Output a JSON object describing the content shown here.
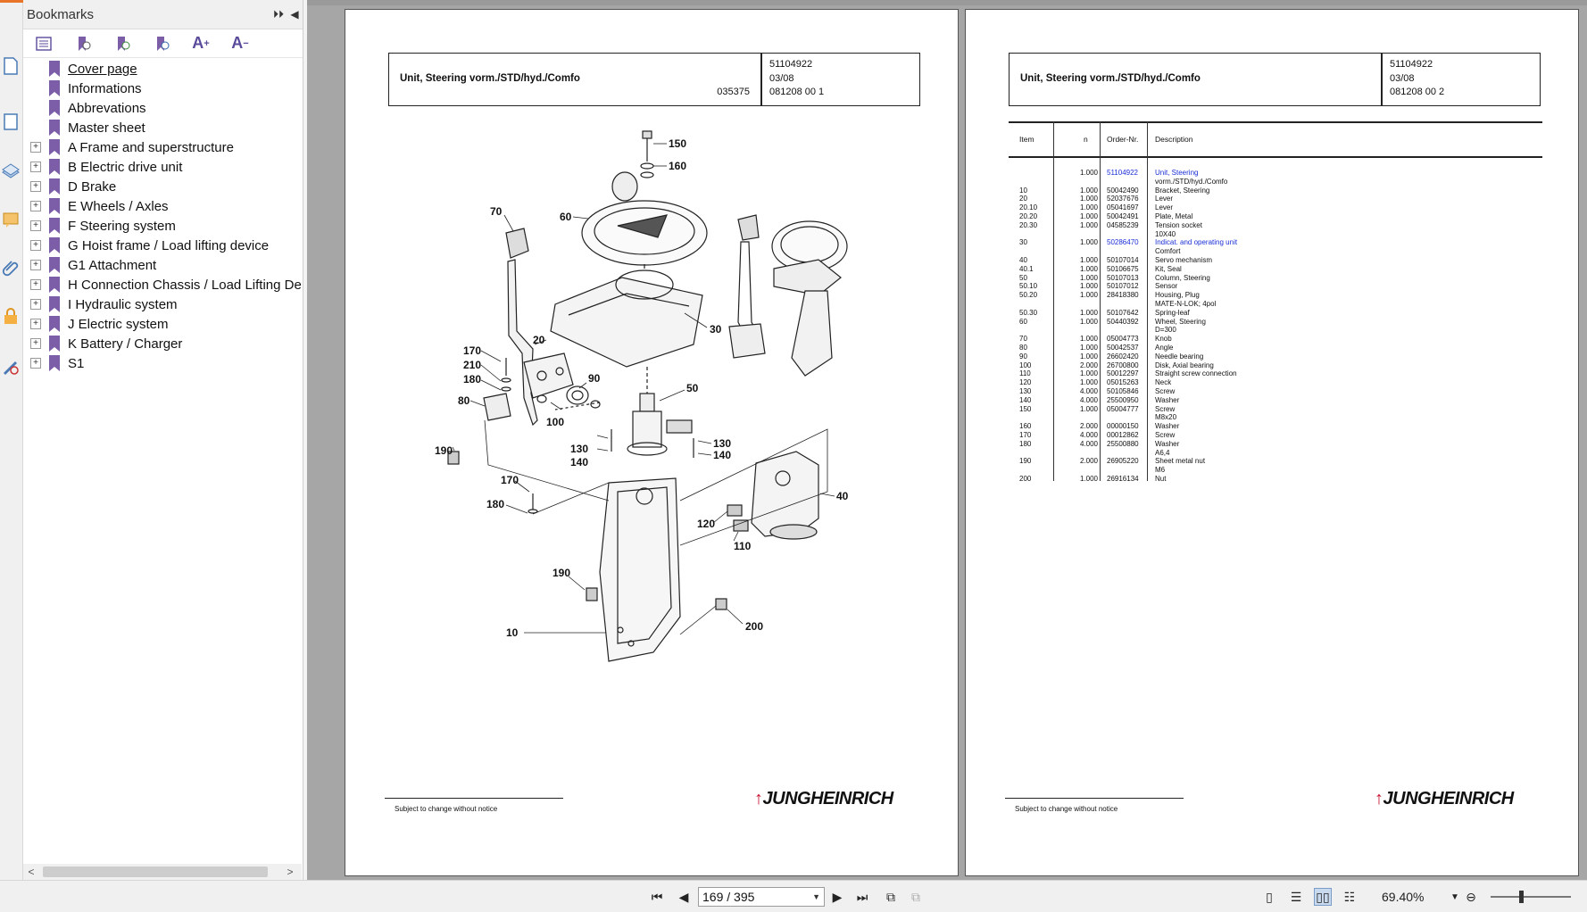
{
  "bookmarks_panel": {
    "title": "Bookmarks",
    "items": [
      {
        "label": "Cover page",
        "expandable": false,
        "current": true
      },
      {
        "label": "Informations",
        "expandable": false
      },
      {
        "label": "Abbrevations",
        "expandable": false
      },
      {
        "label": "Master sheet",
        "expandable": false
      },
      {
        "label": "A Frame and superstructure",
        "expandable": true
      },
      {
        "label": "B Electric drive unit",
        "expandable": true
      },
      {
        "label": "D Brake",
        "expandable": true
      },
      {
        "label": "E Wheels / Axles",
        "expandable": true
      },
      {
        "label": "F Steering system",
        "expandable": true
      },
      {
        "label": "G Hoist frame / Load lifting device",
        "expandable": true
      },
      {
        "label": "G1 Attachment",
        "expandable": true
      },
      {
        "label": "H Connection Chassis / Load Lifting Devi",
        "expandable": true
      },
      {
        "label": "I Hydraulic system",
        "expandable": true
      },
      {
        "label": "J Electric system",
        "expandable": true
      },
      {
        "label": "K Battery / Charger",
        "expandable": true
      },
      {
        "label": "S1",
        "expandable": true
      }
    ]
  },
  "left_page": {
    "title": "Unit, Steering vorm./STD/hyd./Comfo",
    "code": "035375",
    "ref1": "51104922",
    "ref2": "03/08",
    "ref3": "081208 00 1",
    "footer": "Subject to change without notice",
    "logo": "JUNGHEINRICH",
    "callouts": [
      "150",
      "160",
      "70",
      "60",
      "20",
      "30",
      "170",
      "210",
      "180",
      "90",
      "80",
      "100",
      "50",
      "130",
      "140",
      "190",
      "170",
      "180",
      "130",
      "140",
      "40",
      "120",
      "110",
      "190",
      "10",
      "200"
    ]
  },
  "right_page": {
    "title": "Unit, Steering vorm./STD/hyd./Comfo",
    "ref1": "51104922",
    "ref2": "03/08",
    "ref3": "081208 00 2",
    "footer": "Subject to change without notice",
    "logo": "JUNGHEINRICH",
    "table_headers": {
      "item": "Item",
      "n": "n",
      "order": "Order-Nr.",
      "desc": "Description"
    },
    "rows": [
      {
        "item": "",
        "n": "1.000",
        "order": "51104922",
        "desc": "Unit, Steering",
        "link": true
      },
      {
        "item": "",
        "n": "",
        "order": "",
        "desc": "vorm./STD/hyd./Comfo",
        "link": false
      },
      {
        "item": "10",
        "n": "1.000",
        "order": "50042490",
        "desc": "Bracket, Steering"
      },
      {
        "item": "20",
        "n": "1.000",
        "order": "52037676",
        "desc": "Lever"
      },
      {
        "item": "20.10",
        "n": "1.000",
        "order": "05041697",
        "desc": "Lever"
      },
      {
        "item": "20.20",
        "n": "1.000",
        "order": "50042491",
        "desc": "Plate, Metal"
      },
      {
        "item": "20.30",
        "n": "1.000",
        "order": "04585239",
        "desc": "Tension socket"
      },
      {
        "item": "",
        "n": "",
        "order": "",
        "desc": "10X40"
      },
      {
        "item": "30",
        "n": "1.000",
        "order": "50286470",
        "desc": "Indicat. and operating unit",
        "link": true
      },
      {
        "item": "",
        "n": "",
        "order": "",
        "desc": "Comfort"
      },
      {
        "item": "40",
        "n": "1.000",
        "order": "50107014",
        "desc": "Servo mechanism"
      },
      {
        "item": "40.1",
        "n": "1.000",
        "order": "50106675",
        "desc": "Kit, Seal"
      },
      {
        "item": "50",
        "n": "1.000",
        "order": "50107013",
        "desc": "Column, Steering"
      },
      {
        "item": "50.10",
        "n": "1.000",
        "order": "50107012",
        "desc": "Sensor"
      },
      {
        "item": "50.20",
        "n": "1.000",
        "order": "28418380",
        "desc": "Housing, Plug"
      },
      {
        "item": "",
        "n": "",
        "order": "",
        "desc": "MATE-N-LOK; 4pol"
      },
      {
        "item": "50.30",
        "n": "1.000",
        "order": "50107642",
        "desc": "Spring-leaf"
      },
      {
        "item": "60",
        "n": "1.000",
        "order": "50440392",
        "desc": "Wheel, Steering"
      },
      {
        "item": "",
        "n": "",
        "order": "",
        "desc": "D=300"
      },
      {
        "item": "70",
        "n": "1.000",
        "order": "05004773",
        "desc": "Knob"
      },
      {
        "item": "80",
        "n": "1.000",
        "order": "50042537",
        "desc": "Angle"
      },
      {
        "item": "90",
        "n": "1.000",
        "order": "26602420",
        "desc": "Needle bearing"
      },
      {
        "item": "100",
        "n": "2.000",
        "order": "26700800",
        "desc": "Disk, Axial bearing"
      },
      {
        "item": "110",
        "n": "1.000",
        "order": "50012297",
        "desc": "Straight screw connection"
      },
      {
        "item": "120",
        "n": "1.000",
        "order": "05015263",
        "desc": "Neck"
      },
      {
        "item": "130",
        "n": "4.000",
        "order": "50105846",
        "desc": "Screw"
      },
      {
        "item": "140",
        "n": "4.000",
        "order": "25500950",
        "desc": "Washer"
      },
      {
        "item": "150",
        "n": "1.000",
        "order": "05004777",
        "desc": "Screw"
      },
      {
        "item": "",
        "n": "",
        "order": "",
        "desc": "M8x20"
      },
      {
        "item": "160",
        "n": "2.000",
        "order": "00000150",
        "desc": "Washer"
      },
      {
        "item": "170",
        "n": "4.000",
        "order": "00012862",
        "desc": "Screw"
      },
      {
        "item": "180",
        "n": "4.000",
        "order": "25500880",
        "desc": "Washer"
      },
      {
        "item": "",
        "n": "",
        "order": "",
        "desc": "A6,4"
      },
      {
        "item": "190",
        "n": "2.000",
        "order": "26905220",
        "desc": "Sheet metal nut"
      },
      {
        "item": "",
        "n": "",
        "order": "",
        "desc": "M6"
      },
      {
        "item": "200",
        "n": "1.000",
        "order": "26916134",
        "desc": "Nut"
      }
    ]
  },
  "statusbar": {
    "page_indicator": "169 / 395",
    "zoom": "69.40%"
  },
  "colors": {
    "link": "#1a2fd6",
    "logo_accent": "#c8102e",
    "bookmark_flag": "#7b5ea7"
  }
}
